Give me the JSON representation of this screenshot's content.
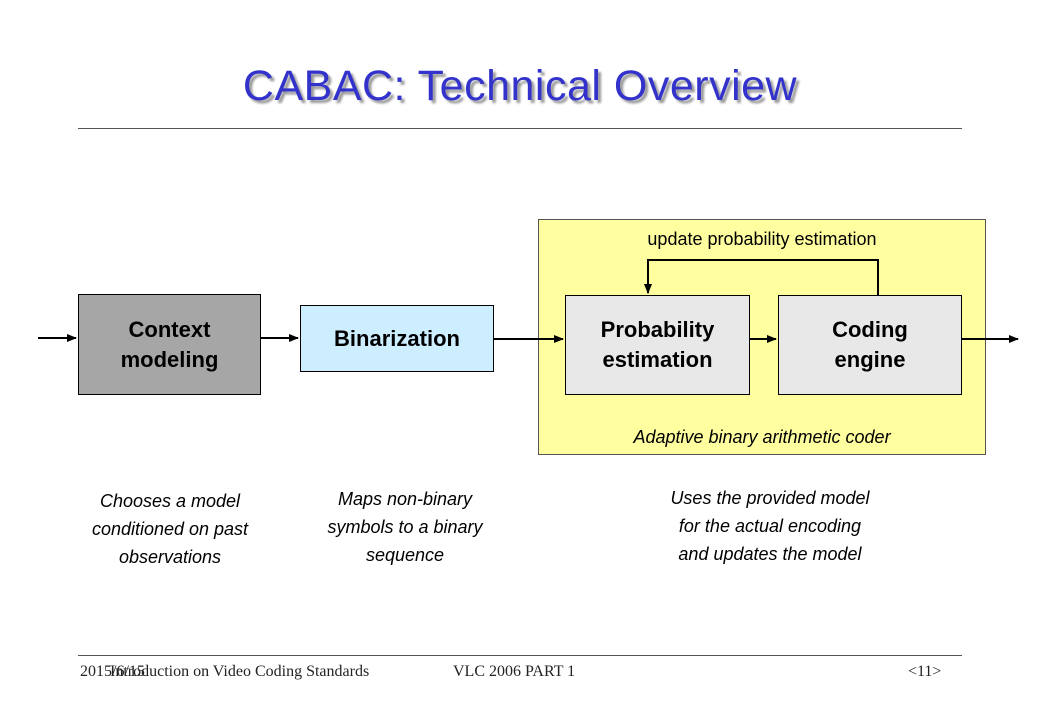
{
  "slide": {
    "title": "CABAC: Technical Overview"
  },
  "diagram": {
    "blocks": {
      "context_modeling": "Context\nmodeling",
      "binarization": "Binarization",
      "probability_estimation": "Probability\nestimation",
      "coding_engine": "Coding\nengine"
    },
    "feedback_label": "update probability estimation",
    "panel_label": "Adaptive binary arithmetic coder",
    "captions": {
      "context_modeling": "Chooses a model\nconditioned on past\nobservations",
      "binarization": "Maps non-binary\nsymbols to a binary\nsequence",
      "coder": "Uses the provided model\n for the actual encoding\nand updates the model"
    }
  },
  "footer": {
    "date": "2015/6/15",
    "course": "Introduction on Video Coding Standards",
    "part": "VLC 2006 PART 1",
    "page": "<11>"
  },
  "colors": {
    "title": "#3333cc",
    "panel": "#ffffa0",
    "context_block": "#a6a6a6",
    "binarization_block": "#cceeff",
    "coder_block": "#e8e8e8"
  }
}
